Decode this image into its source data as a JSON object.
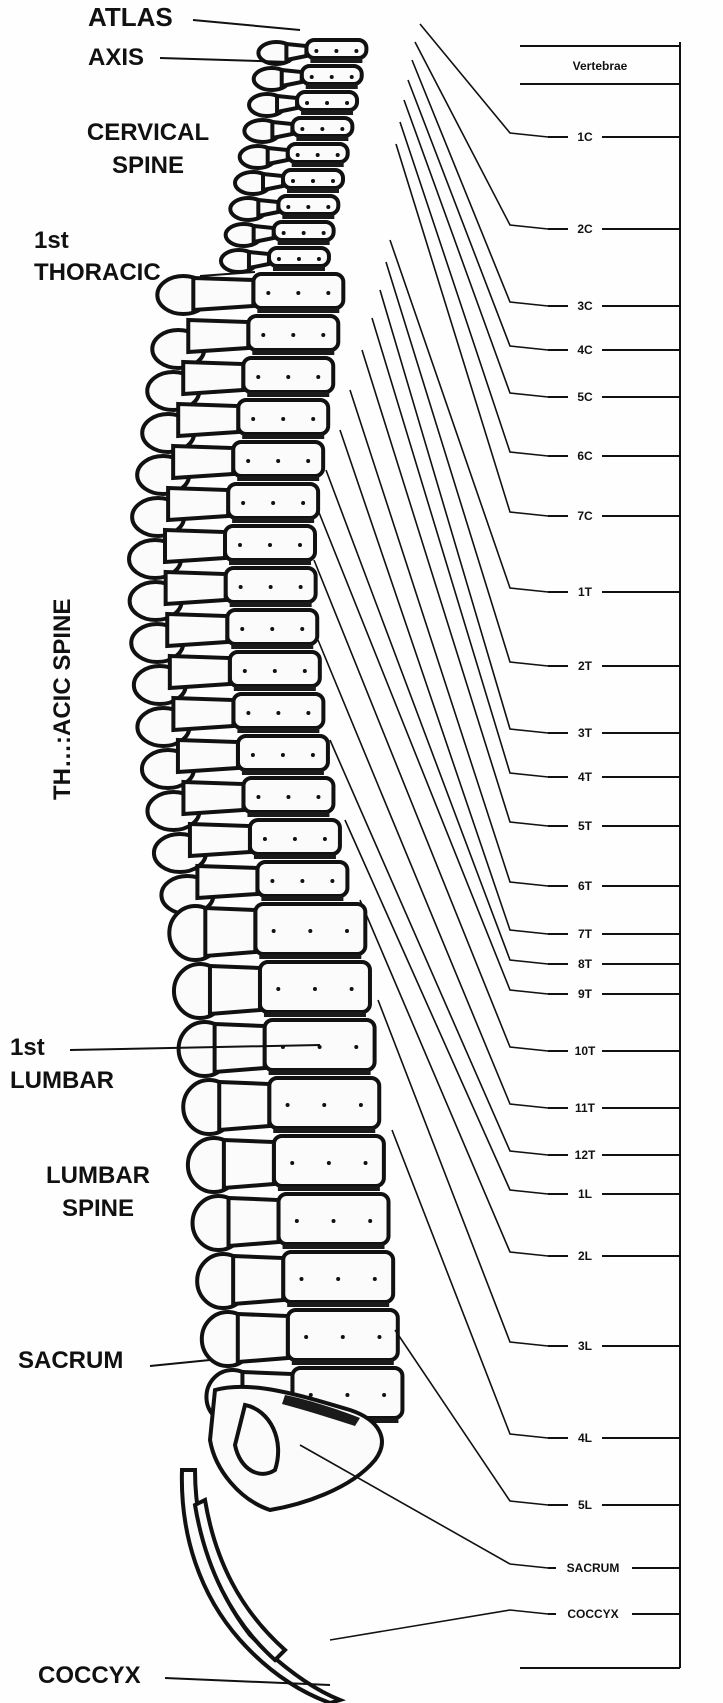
{
  "left_labels": {
    "atlas": "ATLAS",
    "axis": "AXIS",
    "cervical_line1": "CERVICAL",
    "cervical_line2": "SPINE",
    "first_thoracic_line1": "1st",
    "first_thoracic_line2": "THORACIC",
    "thoracic_spine": "TH…:ACIC SPINE",
    "first_lumbar_line1": "1st",
    "first_lumbar_line2": "LUMBAR",
    "lumbar_line1": "LUMBAR",
    "lumbar_line2": "SPINE",
    "sacrum": "SACRUM",
    "coccyx": "COCCYX"
  },
  "table": {
    "header": "Vertebrae",
    "rows": [
      "1C",
      "2C",
      "3C",
      "4C",
      "5C",
      "6C",
      "7C",
      "1T",
      "2T",
      "3T",
      "4T",
      "5T",
      "6T",
      "7T",
      "8T",
      "9T",
      "10T",
      "11T",
      "12T",
      "1L",
      "2L",
      "3L",
      "4L",
      "5L",
      "SACRUM",
      "COCCYX"
    ]
  }
}
